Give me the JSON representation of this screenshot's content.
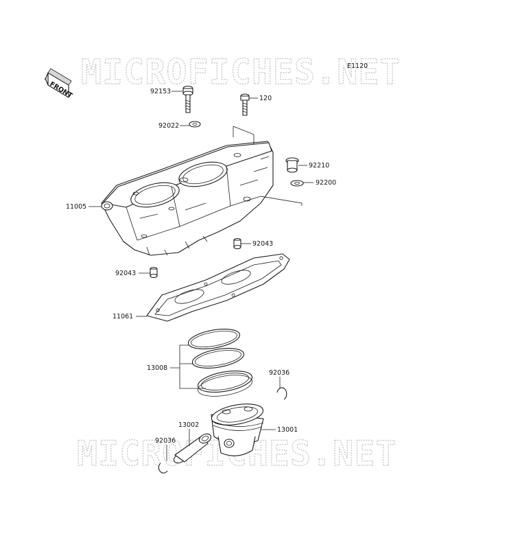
{
  "diagram": {
    "code": "E1120",
    "watermark": "MICROFICHES.NET",
    "front_tag": "FRONT",
    "labels": {
      "p92153": "92153",
      "p120": "120",
      "p92022": "92022",
      "p92210": "92210",
      "p92200": "92200",
      "p11005": "11005",
      "p92043a": "92043",
      "p92043b": "92043",
      "p11061": "11061",
      "p13008": "13008",
      "p92036a": "92036",
      "p13001": "13001",
      "p13002": "13002",
      "p92036b": "92036"
    }
  }
}
